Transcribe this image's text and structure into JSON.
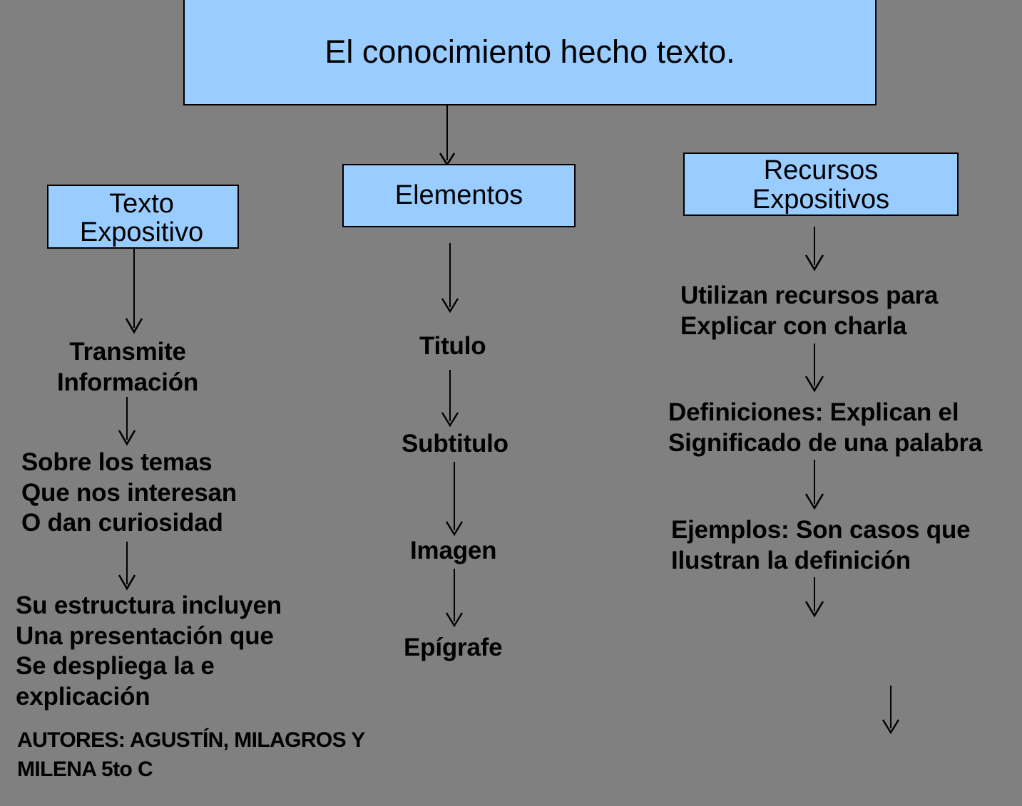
{
  "diagram": {
    "title_box": {
      "label": "El conocimiento  hecho texto."
    },
    "background_color": "#808080",
    "box_fill_color": "#99ccff",
    "box_border_color": "#000000",
    "text_color": "#000000",
    "branches": [
      {
        "header": "Texto\nExpositivo",
        "steps": [
          "Transmite\nInformación",
          "Sobre los temas\nQue nos interesan\nO dan curiosidad",
          "Su estructura incluyen\nUna presentación que\nSe despliega la e\nexplicación"
        ]
      },
      {
        "header": "Elementos",
        "steps": [
          "Titulo",
          "Subtitulo",
          "Imagen",
          "Epígrafe"
        ]
      },
      {
        "header": "Recursos\nExpositivos",
        "steps": [
          "Utilizan recursos para\nExplicar con charla",
          "Definiciones: Explican el\nSignificado de una palabra",
          "Ejemplos: Son casos que\nIlustran la definición"
        ]
      }
    ],
    "credits": "AUTORES: AGUSTÍN, MILAGROS Y\nMILENA 5to C"
  }
}
